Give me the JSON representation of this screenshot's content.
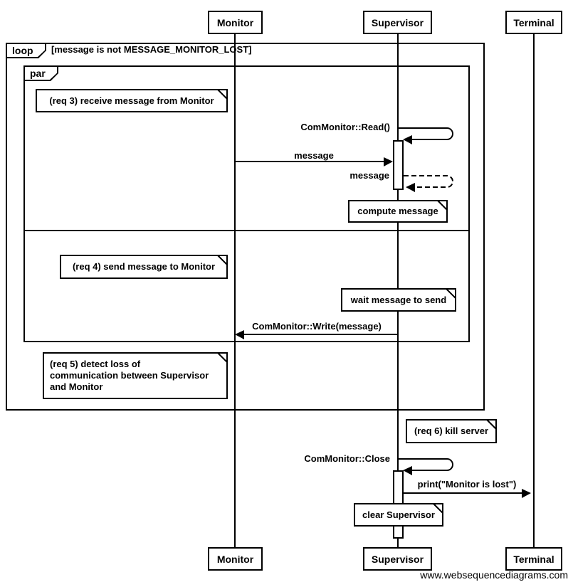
{
  "actors": {
    "monitor": "Monitor",
    "supervisor": "Supervisor",
    "terminal": "Terminal"
  },
  "frames": {
    "loop": {
      "label": "loop",
      "guard": "[message is not MESSAGE_MONITOR_LOST]"
    },
    "par": {
      "label": "par"
    }
  },
  "notes": {
    "req3": "(req 3) receive message from Monitor",
    "compute": "compute message",
    "req4": "(req 4) send message to Monitor",
    "wait": "wait message to send",
    "req5": "(req 5) detect loss of\ncommunication between Supervisor\nand Monitor",
    "req6": "(req 6) kill server",
    "clear": "clear Supervisor"
  },
  "messages": {
    "read": "ComMonitor::Read()",
    "incoming": "message",
    "returned": "message",
    "write": "ComMonitor::Write(message)",
    "close": "ComMonitor::Close",
    "print": "print(\"Monitor is lost\")"
  },
  "watermark": "www.websequencediagrams.com",
  "colors": {
    "line": "#000000",
    "background": "#ffffff"
  }
}
